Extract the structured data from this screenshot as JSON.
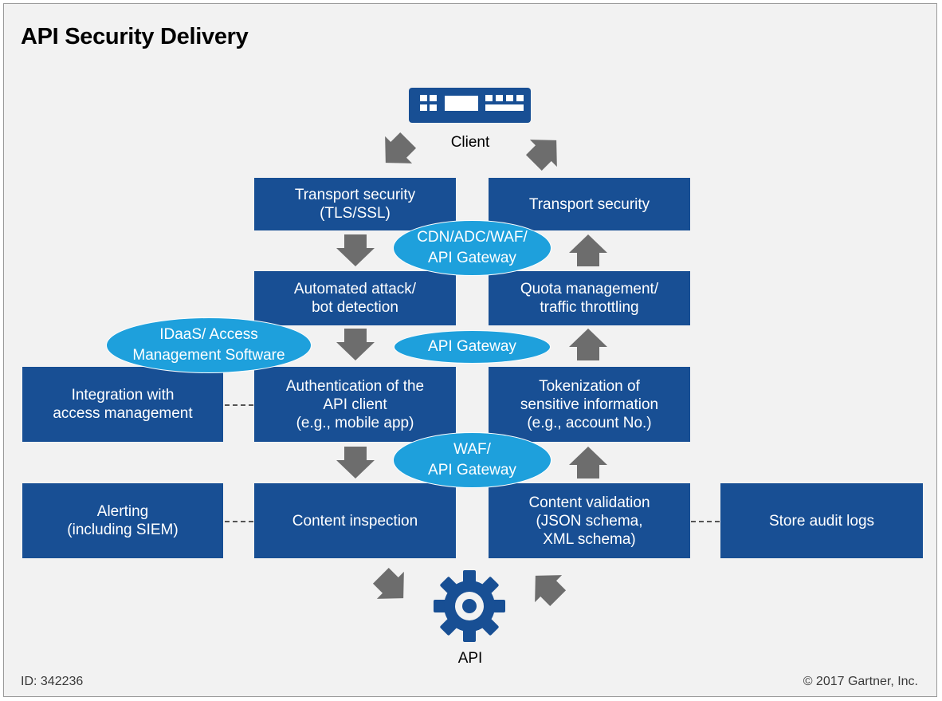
{
  "title": "API Security Delivery",
  "client_label": "Client",
  "api_label": "API",
  "footer": {
    "id": "ID: 342236",
    "copyright": "© 2017 Gartner, Inc."
  },
  "boxes": {
    "transport_in": "Transport security\n(TLS/SSL)",
    "transport_out": "Transport security",
    "bot_detection": "Automated attack/\nbot detection",
    "quota": "Quota management/\ntraffic throttling",
    "authentication": "Authentication of the\nAPI client\n(e.g., mobile app)",
    "tokenization": "Tokenization of\nsensitive information\n(e.g., account No.)",
    "integration": "Integration with\naccess management",
    "content_inspection": "Content inspection",
    "content_validation": "Content validation\n(JSON schema,\nXML schema)",
    "alerting": "Alerting\n(including SIEM)",
    "audit_logs": "Store audit logs"
  },
  "ellipses": {
    "cdn": "CDN/ADC/WAF/\nAPI Gateway",
    "idaas": "IDaaS/ Access\nManagement Software",
    "api_gateway": "API Gateway",
    "waf": "WAF/\nAPI Gateway"
  },
  "icons": {
    "client": "server-appliance-icon",
    "api": "gear-icon",
    "arrow": "block-arrow-icon"
  },
  "colors": {
    "box": "#184f94",
    "ellipse": "#1ea0dc",
    "arrow": "#6d6d6d",
    "background": "#f2f2f2"
  }
}
